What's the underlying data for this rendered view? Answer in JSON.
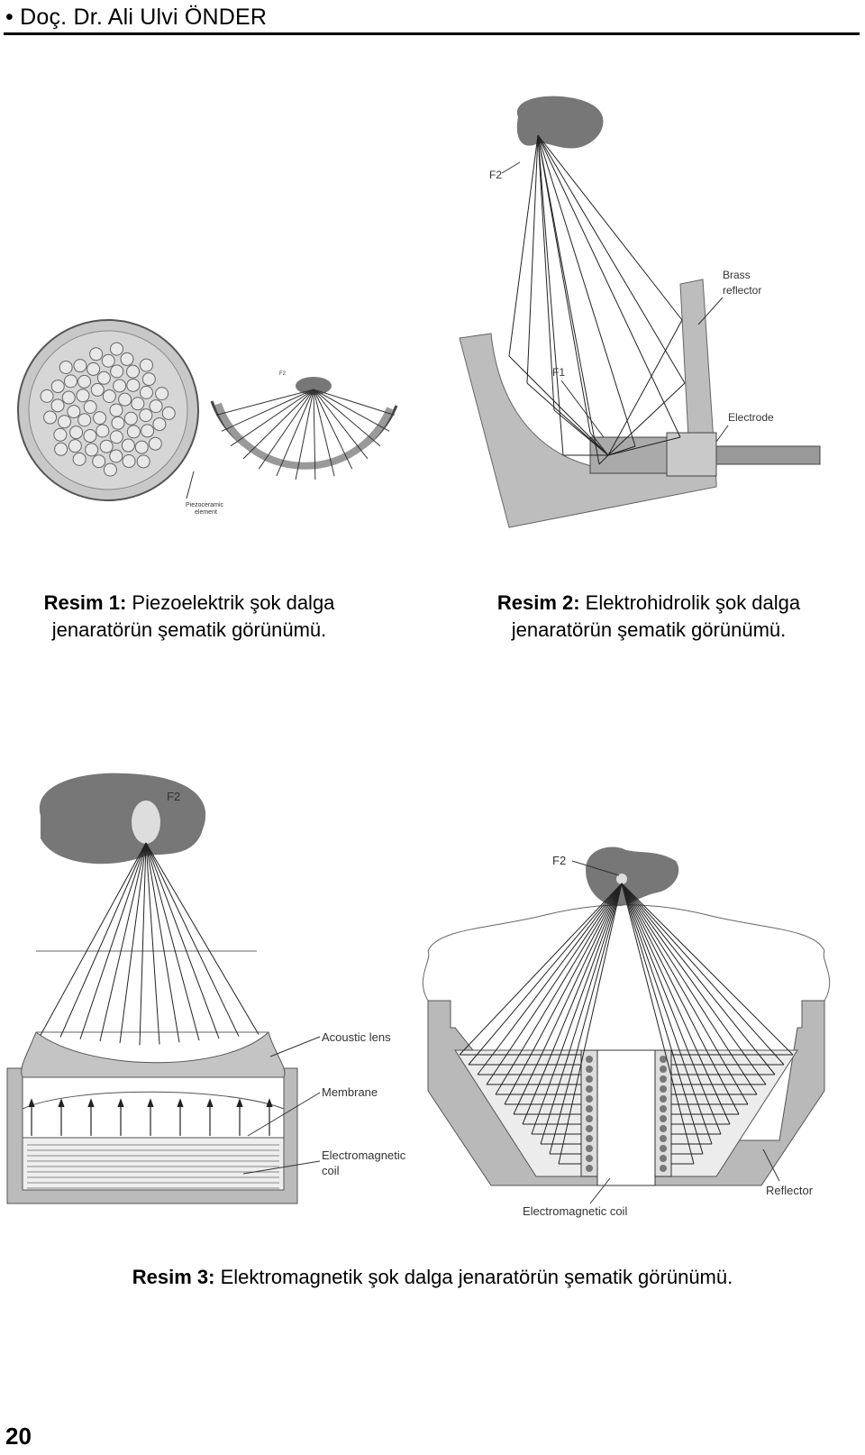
{
  "header": {
    "author": "• Doç. Dr. Ali Ulvi ÖNDER"
  },
  "figure1": {
    "label_f2": "F2",
    "label_element": [
      "Piezoceramic",
      "element"
    ]
  },
  "figure2": {
    "label_f2": "F2",
    "label_f1": "F1",
    "label_reflector": [
      "Brass",
      "reflector"
    ],
    "label_electrode": "Electrode"
  },
  "figure3": {
    "left": {
      "label_f2": "F2",
      "label_lens": "Acoustic lens",
      "label_membrane": "Membrane",
      "label_coil": [
        "Electromagnetic",
        "coil"
      ]
    },
    "right": {
      "label_f2": "F2",
      "label_coil": "Electromagnetic coil",
      "label_reflector": "Reflector"
    }
  },
  "captions": {
    "c1_prefix": "Resim 1:",
    "c1_line1": " Piezoelektrik şok dalga",
    "c1_line2": "jenaratörün şematik görünümü.",
    "c2_prefix": "Resim 2:",
    "c2_line1": " Elektrohidrolik şok dalga",
    "c2_line2": "jenaratörün şematik görünümü.",
    "c3_prefix": "Resim 3:",
    "c3_line1": " Elektromagnetik şok dalga jenaratörün şematik görünümü."
  },
  "page_number": "20"
}
